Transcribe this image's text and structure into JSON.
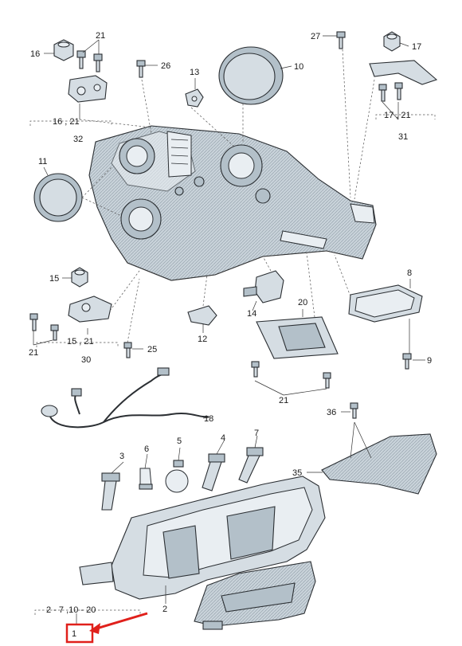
{
  "callouts": [
    {
      "id": "c1",
      "text": "1"
    },
    {
      "id": "c2",
      "text": "2"
    },
    {
      "id": "c3",
      "text": "3"
    },
    {
      "id": "c4",
      "text": "4"
    },
    {
      "id": "c5",
      "text": "5"
    },
    {
      "id": "c6",
      "text": "6"
    },
    {
      "id": "c7",
      "text": "7"
    },
    {
      "id": "c8",
      "text": "8"
    },
    {
      "id": "c9",
      "text": "9"
    },
    {
      "id": "c10",
      "text": "10"
    },
    {
      "id": "c11",
      "text": "11"
    },
    {
      "id": "c12",
      "text": "12"
    },
    {
      "id": "c13",
      "text": "13"
    },
    {
      "id": "c14",
      "text": "14"
    },
    {
      "id": "c15",
      "text": "15"
    },
    {
      "id": "c16",
      "text": "16"
    },
    {
      "id": "c17",
      "text": "17"
    },
    {
      "id": "c18",
      "text": "18"
    },
    {
      "id": "c20",
      "text": "20"
    },
    {
      "id": "c21a",
      "text": "21"
    },
    {
      "id": "c21b",
      "text": "21"
    },
    {
      "id": "c21c",
      "text": "21"
    },
    {
      "id": "c25",
      "text": "25"
    },
    {
      "id": "c26",
      "text": "26"
    },
    {
      "id": "c27",
      "text": "27"
    },
    {
      "id": "c30",
      "text": "30"
    },
    {
      "id": "c31",
      "text": "31"
    },
    {
      "id": "c32",
      "text": "32"
    },
    {
      "id": "c35",
      "text": "35"
    },
    {
      "id": "c36",
      "text": "36"
    }
  ],
  "groups": [
    {
      "id": "g32",
      "text": "16 , 21"
    },
    {
      "id": "g31",
      "text": "17 , 21"
    },
    {
      "id": "g30",
      "text": "15 , 21"
    },
    {
      "id": "g1",
      "text": "2 - 7  ,10 - 20"
    }
  ],
  "colors": {
    "ink": "#2b2f33",
    "part_fill": "#d5dde3",
    "part_shade": "#b3c0c9",
    "highlight": "#e0201b"
  }
}
